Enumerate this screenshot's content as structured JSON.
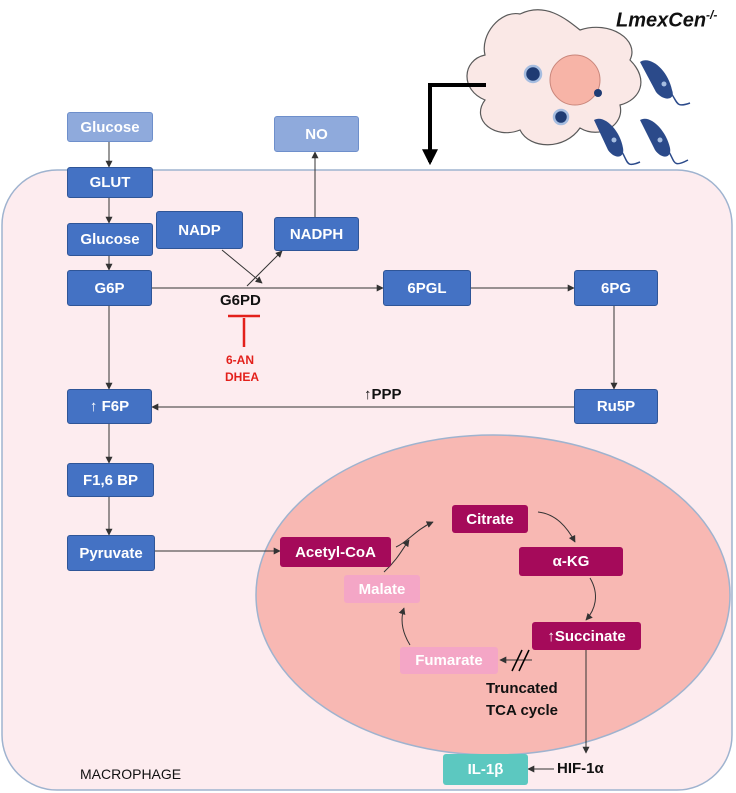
{
  "title": "LmexCen",
  "title_sup": "-/-",
  "cell_label": "MACROPHAGE",
  "nodes": {
    "glucose_ext": "Glucose",
    "glut": "GLUT",
    "glucose": "Glucose",
    "g6p": "G6P",
    "nadp": "NADP",
    "nadph": "NADPH",
    "no": "NO",
    "sixpgl": "6PGL",
    "sixpg": "6PG",
    "f6p": "↑ F6P",
    "ru5p": "Ru5P",
    "f16bp": "F1,6 BP",
    "pyruvate": "Pyruvate",
    "acetylcoa": "Acetyl-CoA",
    "citrate": "Citrate",
    "akg": "α-KG",
    "succinate": "↑Succinate",
    "fumarate": "Fumarate",
    "malate": "Malate",
    "il1b": "IL-1β"
  },
  "labels": {
    "g6pd": "G6PD",
    "inhibitor1": "6-AN",
    "inhibitor2": "DHEA",
    "ppp": "↑PPP",
    "truncated1": "Truncated",
    "truncated2": "TCA cycle",
    "hif": "HIF-1α"
  },
  "colors": {
    "blue_node": "#4472c4",
    "light_node": "#8faadc",
    "tca_dark": "#a50a5a",
    "tca_light": "#f4a6c6",
    "cytokine": "#5cc8c0",
    "cell_fill": "#fdecef",
    "mito_fill": "#f8b8b3",
    "inhibitor": "#e3201b"
  }
}
